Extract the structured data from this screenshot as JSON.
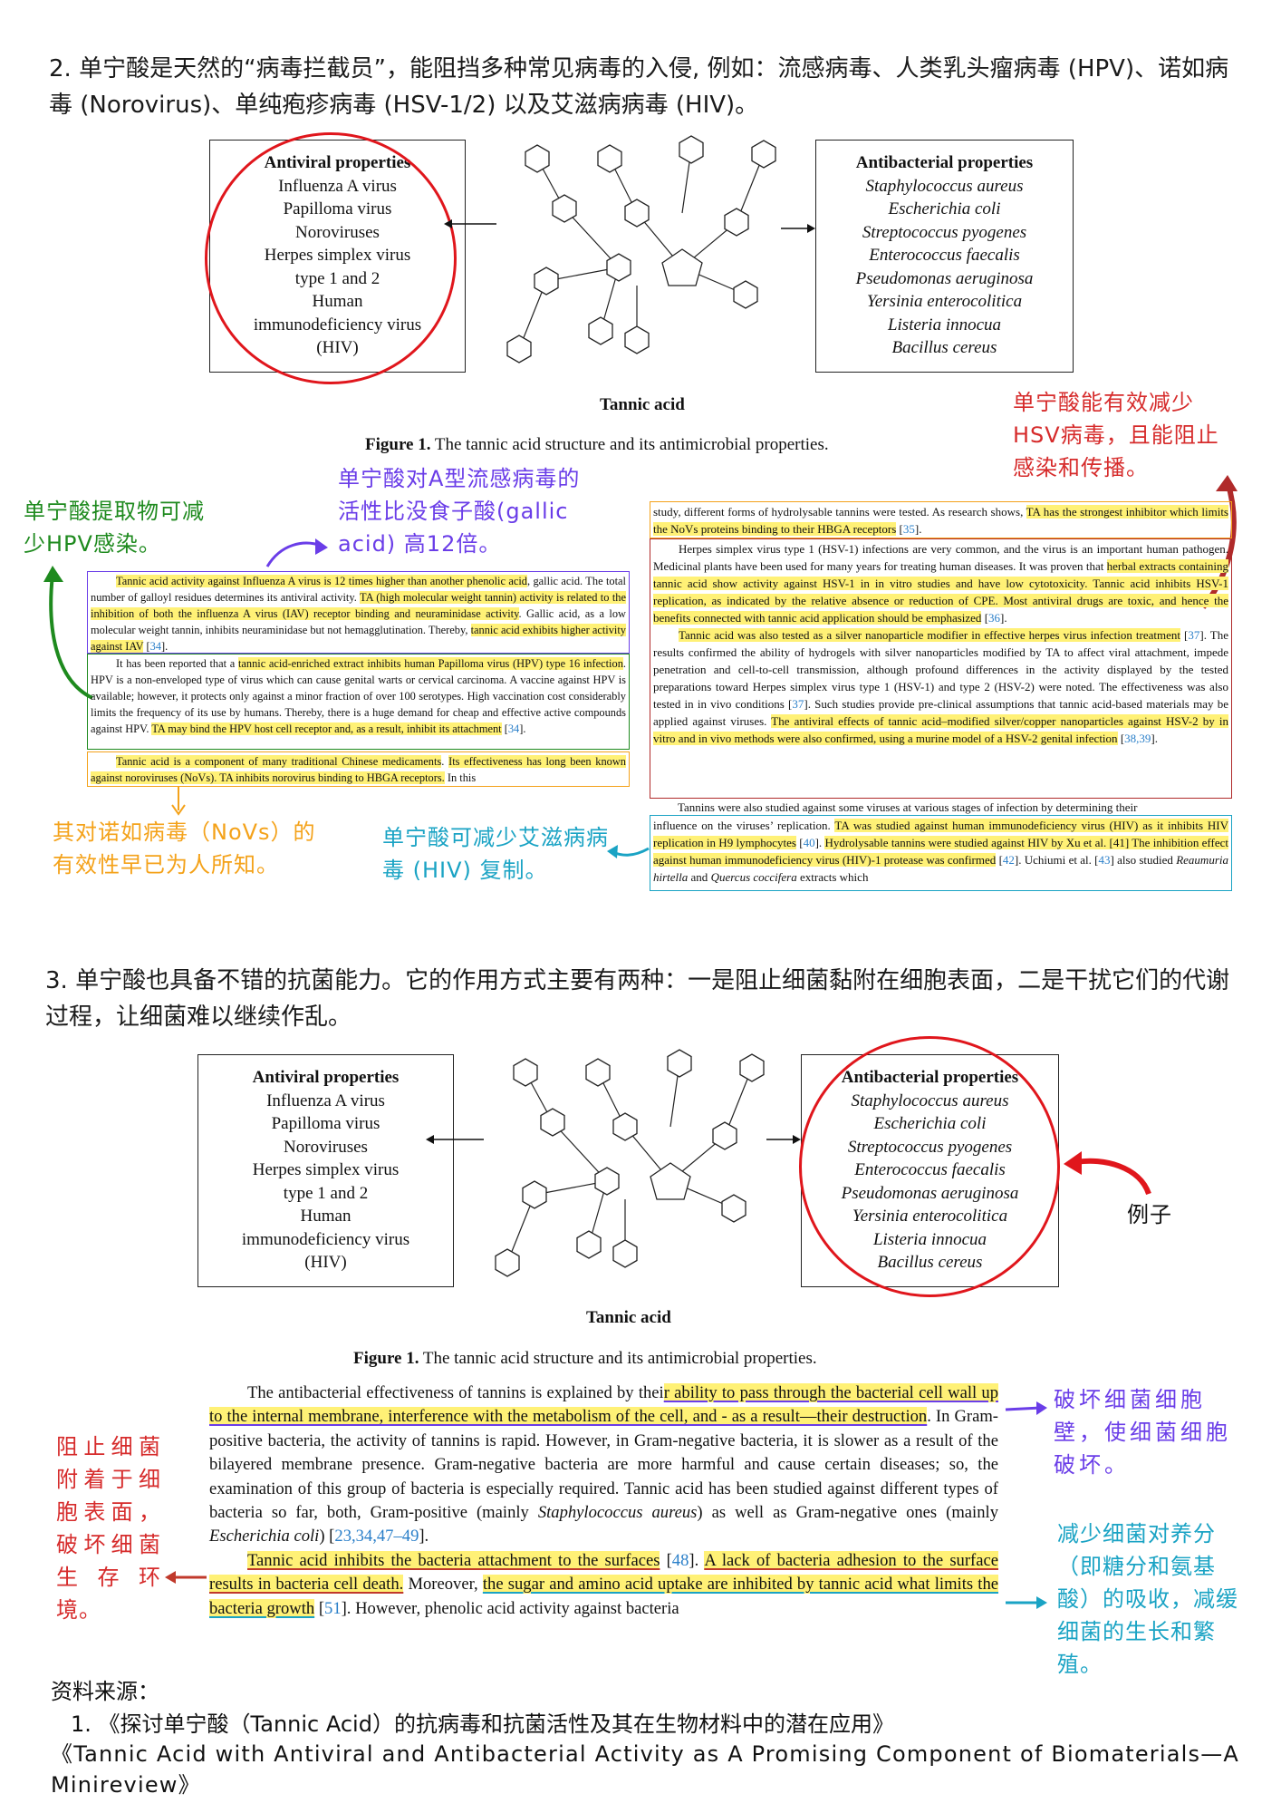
{
  "section2": {
    "heading": "2. 单宁酸是天然的“病毒拦截员”，能阻挡多种常见病毒的入侵, 例如：流感病毒、人类乳头瘤病毒 (HPV)、诺如病毒 (Norovirus)、单纯疱疹病毒 (HSV-1/2) 以及艾滋病病毒 (HIV)。"
  },
  "section3": {
    "heading": "3. 单宁酸也具备不错的抗菌能力。它的作用方式主要有两种：一是阻止细菌黏附在细胞表面，二是干扰它们的代谢过程，让细菌难以继续作乱。"
  },
  "figure": {
    "antiviral_title": "Antiviral properties",
    "antiviral_items": [
      "Influenza A virus",
      "Papilloma virus",
      "Noroviruses",
      "Herpes simplex virus",
      "type 1 and 2",
      "Human",
      "immunodeficiency virus",
      "(HIV)"
    ],
    "antibacterial_title": "Antibacterial properties",
    "antibacterial_items": [
      "Staphylococcus aureus",
      "Escherichia coli",
      "Streptococcus pyogenes",
      "Enterococcus faecalis",
      "Pseudomonas aeruginosa",
      "Yersinia enterocolitica",
      "Listeria innocua",
      "Bacillus cereus"
    ],
    "structure_label": "Tannic acid",
    "caption_label": "Figure 1.",
    "caption_text": " The tannic acid structure and its antimicrobial properties."
  },
  "annotations": {
    "hsv": "单宁酸能有效减少HSV病毒，且能阻止感染和传播。",
    "influenza": "单宁酸对A型流感病毒的活性比没食子酸(gallic acid) 高12倍。",
    "hpv": "单宁酸提取物可减少HPV感染。",
    "norovirus": "其对诺如病毒（NoVs）的有效性早已为人所知。",
    "hiv": "单宁酸可减少艾滋病病毒 (HIV) 复制。",
    "example": "例子",
    "attachment": "阻止细菌附着于细胞表面，破坏细菌生存环境。",
    "cellwall": "破坏细菌细胞壁，使细菌细胞破坏。",
    "nutrients": "减少细菌对养分（即糖分和氨基酸）的吸收，减缓细菌的生长和繁殖。"
  },
  "paragraphs": {
    "influenza": [
      {
        "t": "Tannic acid activity against Influenza A virus is 12 times higher than another phenolic acid",
        "h": true
      },
      {
        "t": ", gallic acid. The total number of galloyl residues determines its antiviral activity. "
      },
      {
        "t": "TA (high molecular weight tannin) activity is related to the inhibition of both the influenza A virus (IAV) receptor binding and neuraminidase activity",
        "h": true
      },
      {
        "t": ". Gallic acid, as a low molecular weight tannin, inhibits neuraminidase but not hemagglutination. Thereby, "
      },
      {
        "t": "tannic acid exhibits higher activity against IAV",
        "h": true
      },
      {
        "t": " ["
      },
      {
        "t": "34",
        "c": true
      },
      {
        "t": "]."
      }
    ],
    "hpv": [
      {
        "t": "It has been reported that a "
      },
      {
        "t": "tannic acid-enriched extract inhibits human Papilloma virus (HPV) type 16 infection",
        "h": true
      },
      {
        "t": ". HPV is a non-enveloped type of virus which can cause genital warts or cervical carcinoma. A vaccine against HPV is available; however, it protects only against a minor fraction of over 100 serotypes. High vaccination cost considerably limits the frequency of its use by humans. Thereby, there is a huge demand for cheap and effective active compounds against HPV. "
      },
      {
        "t": "TA may bind the HPV host cell receptor and, as a result, inhibit its attachment",
        "h": true
      },
      {
        "t": " ["
      },
      {
        "t": "34",
        "c": true
      },
      {
        "t": "]."
      }
    ],
    "norovirus_a": [
      {
        "t": "Tannic acid is a component of many traditional Chinese medicaments",
        "h": true
      },
      {
        "t": ". "
      },
      {
        "t": "Its effectiveness has long been known against noroviruses (NoVs). TA inhibits norovirus binding to HBGA receptors.",
        "h": true
      },
      {
        "t": " In this"
      }
    ],
    "norovirus_b": [
      {
        "t": "study, different forms of hydrolysable tannins were tested. As research shows, "
      },
      {
        "t": "TA has the strongest inhibitor which limits the NoVs proteins binding to their HBGA receptors",
        "h": true
      },
      {
        "t": " ["
      },
      {
        "t": "35",
        "c": true
      },
      {
        "t": "]."
      }
    ],
    "hsv1": [
      {
        "t": "Herpes simplex virus type 1 (HSV-1) infections are very common, and the virus is an important human pathogen. Medicinal plants have been used for many years for treating human diseases. It was proven that "
      },
      {
        "t": "herbal extracts containing tannic acid show activity against HSV-1 in in vitro studies and have low cytotoxicity. Tannic acid inhibits HSV-1 replication, as indicated by the relative absence or reduction of CPE. Most antiviral drugs are toxic, and hence the benefits connected with tannic acid application should be emphasized",
        "h": true
      },
      {
        "t": " ["
      },
      {
        "t": "36",
        "c": true
      },
      {
        "t": "]."
      }
    ],
    "hsv2": [
      {
        "t": "Tannic acid was also tested as a silver nanoparticle modifier in effective herpes virus infection treatment",
        "h": true
      },
      {
        "t": " ["
      },
      {
        "t": "37",
        "c": true
      },
      {
        "t": "]. The results confirmed the ability of hydrogels with silver nanoparticles modified by TA to affect viral attachment, impede penetration and cell-to-cell transmission, although profound differences in the activity displayed by the tested preparations toward Herpes simplex virus type 1 (HSV-1) and type 2 (HSV-2) were noted. The effectiveness was also tested in in vivo conditions ["
      },
      {
        "t": "37",
        "c": true
      },
      {
        "t": "]. Such studies provide pre-clinical assumptions that tannic acid-based materials may be applied against viruses. "
      },
      {
        "t": "The antiviral effects of tannic acid–modified silver/copper nanoparticles against HSV-2 by in vitro and in vivo methods were also confirmed, using a murine model of a HSV-2 genital infection",
        "h": true
      },
      {
        "t": " ["
      },
      {
        "t": "38,39",
        "c": true
      },
      {
        "t": "]."
      }
    ],
    "hiv_intro": [
      {
        "t": "Tannins were also studied against some viruses at various stages of infection by determining their"
      }
    ],
    "hiv": [
      {
        "t": "influence on the viruses’ replication. "
      },
      {
        "t": "TA was studied against human immunodeficiency virus (HIV) as it inhibits HIV replication in H9 lymphocytes",
        "h": true
      },
      {
        "t": " ["
      },
      {
        "t": "40",
        "c": true
      },
      {
        "t": "]. "
      },
      {
        "t": "Hydrolysable tannins were studied against HIV by Xu et al. [41] The inhibition effect against human immunodeficiency virus (HIV)-1 protease was confirmed",
        "h": true
      },
      {
        "t": " ["
      },
      {
        "t": "42",
        "c": true
      },
      {
        "t": "]. Uchiumi et al. ["
      },
      {
        "t": "43",
        "c": true
      },
      {
        "t": "] also studied "
      },
      {
        "t": "Reaumuria hirtella",
        "i": true
      },
      {
        "t": " and "
      },
      {
        "t": "Quercus coccifera",
        "i": true
      },
      {
        "t": " extracts which"
      }
    ],
    "antibacterial": [
      {
        "t": "The antibacterial effectiveness of tannins is explained by thei"
      },
      {
        "t": "r ability to pass through the bacterial cell wall up to the internal membrane, interference with the metabolism of the cell, and - as a result—their destruction",
        "h": true,
        "u": "#6a3de8"
      },
      {
        "t": ". In Gram-positive bacteria, the activity of tannins is rapid. However, in Gram-negative bacteria, it is slower as a result of the bilayered membrane presence. Gram-negative bacteria are more harmful and cause certain diseases; so, the examination of this group of bacteria is especially required. Tannic acid has been studied against different types of bacteria so far, both, Gram-positive (mainly "
      },
      {
        "t": "Staphylococcus aureus",
        "i": true
      },
      {
        "t": ") as well as Gram-negative ones (mainly "
      },
      {
        "t": "Escherichia coli",
        "i": true
      },
      {
        "t": ") ["
      },
      {
        "t": "23,34,47–49",
        "c": true
      },
      {
        "t": "]."
      }
    ],
    "antibacterial2": [
      {
        "t": "Tannic acid inhibits the bacteria attachment to the surfaces",
        "h": true,
        "u": "#c0392b"
      },
      {
        "t": " ["
      },
      {
        "t": "48",
        "c": true
      },
      {
        "t": "]. "
      },
      {
        "t": "A lack of bacteria adhesion to the surface results in bacteria cell death.",
        "h": true,
        "u": "#c0392b"
      },
      {
        "t": " Moreover, "
      },
      {
        "t": "the sugar and amino acid uptake are inhibited by tannic acid what limits the bacteria growth",
        "h": true,
        "u": "#1aa3c4"
      },
      {
        "t": " ["
      },
      {
        "t": "51",
        "c": true
      },
      {
        "t": "]. However, phenolic acid activity against bacteria"
      }
    ]
  },
  "sources": {
    "label": "资料来源：",
    "item_number": "1.",
    "item_cn": "《探讨单宁酸（Tannic Acid）的抗病毒和抗菌活性及其在生物材料中的潜在应用》",
    "item_en": "《Tannic Acid with Antiviral and Antibacterial Activity as A Promising Component of Biomaterials—A Minireview》"
  },
  "colors": {
    "highlight": "#fff176",
    "citation": "#2a7fc9",
    "red": "#d62b2b",
    "purple": "#6a3de8",
    "green": "#1e8a1e",
    "orange": "#f4a21a",
    "cyan": "#1aa3c4"
  }
}
